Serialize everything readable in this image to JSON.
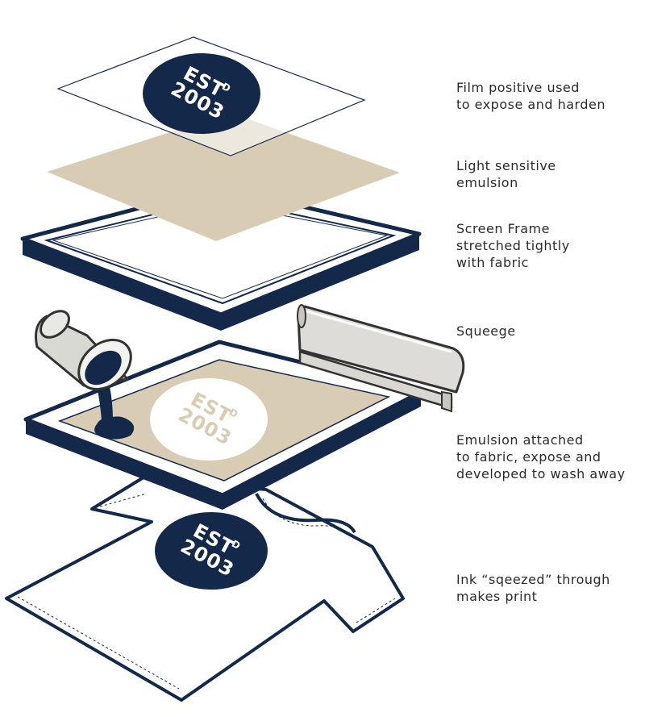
{
  "colors": {
    "navy": "#14284a",
    "tan": "#d8cdb4",
    "frame_fill": "#ffffff",
    "can_grey": "#d9d9d4",
    "squeegee_grey": "#dedcd8",
    "label_text": "#2b2b2b"
  },
  "logo": {
    "line1": "EST",
    "sup": "D",
    "line2": "2003"
  },
  "layers": [
    {
      "id": "film",
      "lines": [
        "Film positive used",
        "to expose and harden"
      ]
    },
    {
      "id": "emulsion",
      "lines": [
        "Light sensitive",
        "emulsion"
      ]
    },
    {
      "id": "frame",
      "lines": [
        "Screen Frame",
        "stretched tightly",
        "with fabric"
      ]
    },
    {
      "id": "squeegee",
      "lines": [
        "Squeege"
      ]
    },
    {
      "id": "attached",
      "lines": [
        "Emulsion attached",
        "to fabric, expose and",
        "developed to wash away"
      ]
    },
    {
      "id": "print",
      "lines": [
        "Ink “sqeezed” through",
        "makes print"
      ]
    }
  ]
}
